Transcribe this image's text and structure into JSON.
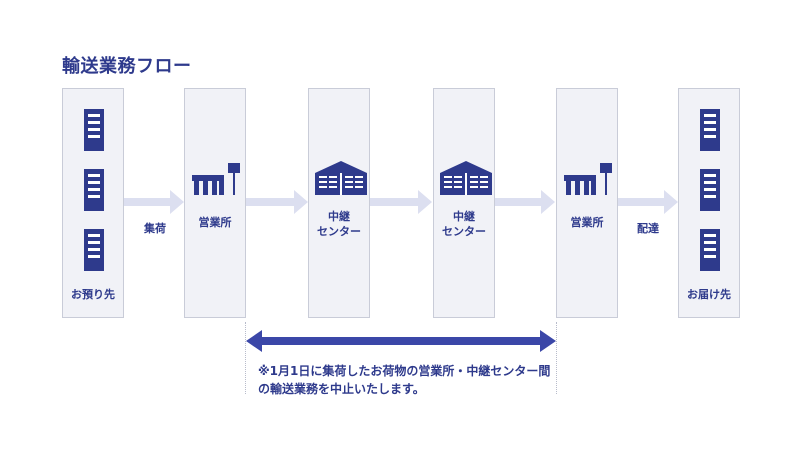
{
  "title": "輸送業務フロー",
  "columns": [
    {
      "id": "origin",
      "label": "お預り先",
      "icon": "building-icon"
    },
    {
      "id": "branch1",
      "label": "営業所",
      "icon": "sales-office-icon"
    },
    {
      "id": "center1",
      "label": "中継\nセンター",
      "icon": "warehouse-icon"
    },
    {
      "id": "center2",
      "label": "中継\nセンター",
      "icon": "warehouse-icon"
    },
    {
      "id": "branch2",
      "label": "営業所",
      "icon": "sales-office-icon"
    },
    {
      "id": "destination",
      "label": "お届け先",
      "icon": "building-icon"
    }
  ],
  "flow_labels": {
    "pickup": "集荷",
    "delivery": "配達"
  },
  "note": "※1月1日に集荷したお荷物の営業所・中継センター間\nの輸送業務を中止いたします。",
  "colors": {
    "primary": "#2e3a8c",
    "column_bg": "#f1f2f7",
    "column_border": "#c9ccd8",
    "flow_arrow": "#dcdff0",
    "span_arrow": "#3b47a8"
  }
}
